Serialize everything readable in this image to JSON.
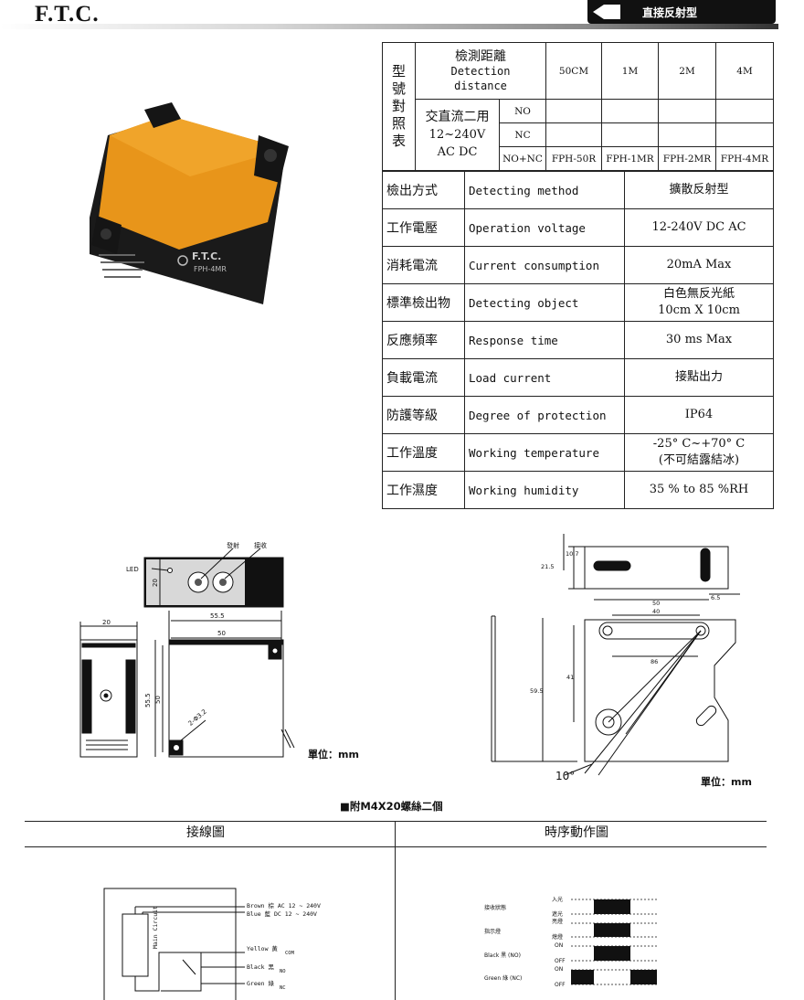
{
  "header": {
    "brand": "F.T.C.",
    "tag_label": "直接反射型"
  },
  "model_table": {
    "side_label": [
      "型",
      "號",
      "對",
      "照",
      "表"
    ],
    "distance_label_zh": "檢測距離",
    "distance_label_en_1": "Detection",
    "distance_label_en_2": "distance",
    "distances": [
      "50CM",
      "1M",
      "2M",
      "4M"
    ],
    "supply_zh": "交直流二用",
    "supply_v": "12~240V",
    "supply_acdc": "AC DC",
    "outputs": [
      "NO",
      "NC",
      "NO+NC"
    ],
    "models": [
      "FPH-50R",
      "FPH-1MR",
      "FPH-2MR",
      "FPH-4MR"
    ]
  },
  "spec_table": [
    {
      "zh": "檢出方式",
      "en": "Detecting method",
      "value": "擴散反射型",
      "value2": ""
    },
    {
      "zh": "工作電壓",
      "en": "Operation voltage",
      "value": "12-240V DC AC",
      "value2": ""
    },
    {
      "zh": "消耗電流",
      "en": "Current consumption",
      "value": "20mA  Max",
      "value2": ""
    },
    {
      "zh": "標準檢出物",
      "en": "Detecting object",
      "value": "白色無反光紙",
      "value2": "10cm X 10cm"
    },
    {
      "zh": "反應頻率",
      "en": "Response time",
      "value": "30 ms Max",
      "value2": ""
    },
    {
      "zh": "負載電流",
      "en": "Load current",
      "value": "接點出力",
      "value2": ""
    },
    {
      "zh": "防護等級",
      "en": "Degree of protection",
      "value": "IP64",
      "value2": ""
    },
    {
      "zh": "工作溫度",
      "en": "Working temperature",
      "value": "-25° C~+70° C",
      "value2": "(不可結露結冰)"
    },
    {
      "zh": "工作濕度",
      "en": "Working humidity",
      "value": "35 % to 85 %RH",
      "value2": ""
    }
  ],
  "product_label": {
    "brand": "F.T.C.",
    "model": "FPH-4MR"
  },
  "left_drawing": {
    "led": "LED",
    "emit": "發射",
    "recv": "接收",
    "dims": [
      "20",
      "55.5",
      "50",
      "20",
      "55.5",
      "50",
      "2-Φ3.2"
    ],
    "unit": "單位：mm"
  },
  "right_drawing": {
    "dims": [
      "10.7",
      "21.5",
      "50",
      "40",
      "6.5",
      "86",
      "41",
      "59.5"
    ],
    "angle": "10°",
    "unit": "單位：mm"
  },
  "screws_note": "■附M4X20螺絲二個",
  "wiring": {
    "heading": "接線圖",
    "main_circuit": "Main Circuit",
    "brown": "Brown 棕 AC 12 ~ 240V",
    "blue": "Blue 藍 DC 12 ~ 240V",
    "yellow": "Yellow 黃",
    "com": "COM",
    "black": "Black 黑",
    "no": "NO",
    "green": "Green 綠",
    "nc": "NC"
  },
  "timing": {
    "heading": "時序動作圖",
    "rows": [
      {
        "label": "接收狀態",
        "hi": "入光",
        "lo": "遮光"
      },
      {
        "label": "指示燈",
        "hi": "亮燈",
        "lo": "熄燈"
      },
      {
        "label": "Black 黑 (NO)",
        "hi": "ON",
        "lo": "OFF"
      },
      {
        "label": "Green 綠 (NC)",
        "hi": "ON",
        "lo": "OFF"
      }
    ]
  }
}
